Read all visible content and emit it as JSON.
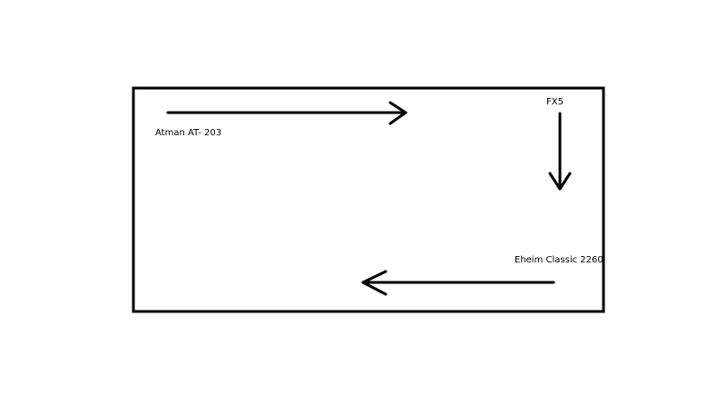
{
  "diagram": {
    "labels": {
      "atman": "Atman AT- 203",
      "fx5": "FX5",
      "eheim": "Eheim Classic 2260"
    },
    "flow": [
      {
        "from": "Atman AT- 203",
        "direction": "right"
      },
      {
        "from": "FX5",
        "direction": "down"
      },
      {
        "from": "Eheim Classic 2260",
        "direction": "left"
      }
    ],
    "colors": {
      "stroke": "#000000",
      "background": "#ffffff"
    }
  }
}
